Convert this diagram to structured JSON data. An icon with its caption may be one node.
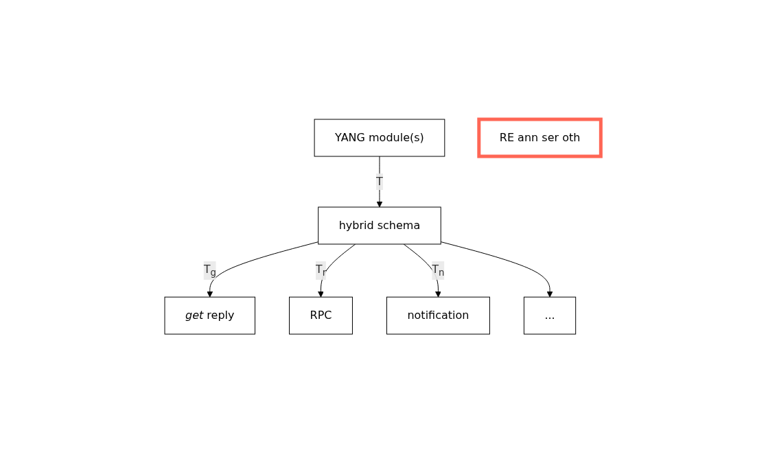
{
  "diagram": {
    "nodes": [
      {
        "text": [
          "YANG module(s)"
        ]
      },
      {
        "text": [
          "hybrid schema"
        ]
      },
      {
        "text": [
          "*get* reply"
        ]
      },
      {
        "text": [
          "RPC"
        ]
      },
      {
        "text": [
          "notification"
        ]
      },
      {
        "text": [
          "..."
        ]
      },
      {
        "text": [
          "RE ann ser oth"
        ]
      }
    ],
    "edges": [
      {
        "from": 0,
        "to": 1,
        "arrow": "to",
        "label": "T"
      },
      {
        "from": 1,
        "to": 2,
        "arrow": "to",
        "label": "T$_{g}$"
      },
      {
        "from": 1,
        "to": 3,
        "arrow": "to",
        "label": "T$_{r}$"
      },
      {
        "from": 1,
        "to": 4,
        "arrow": "to",
        "label": "T$_{n}$"
      },
      {
        "from": 1,
        "to": 5,
        "arrow": "to"
      }
    ]
  }
}
